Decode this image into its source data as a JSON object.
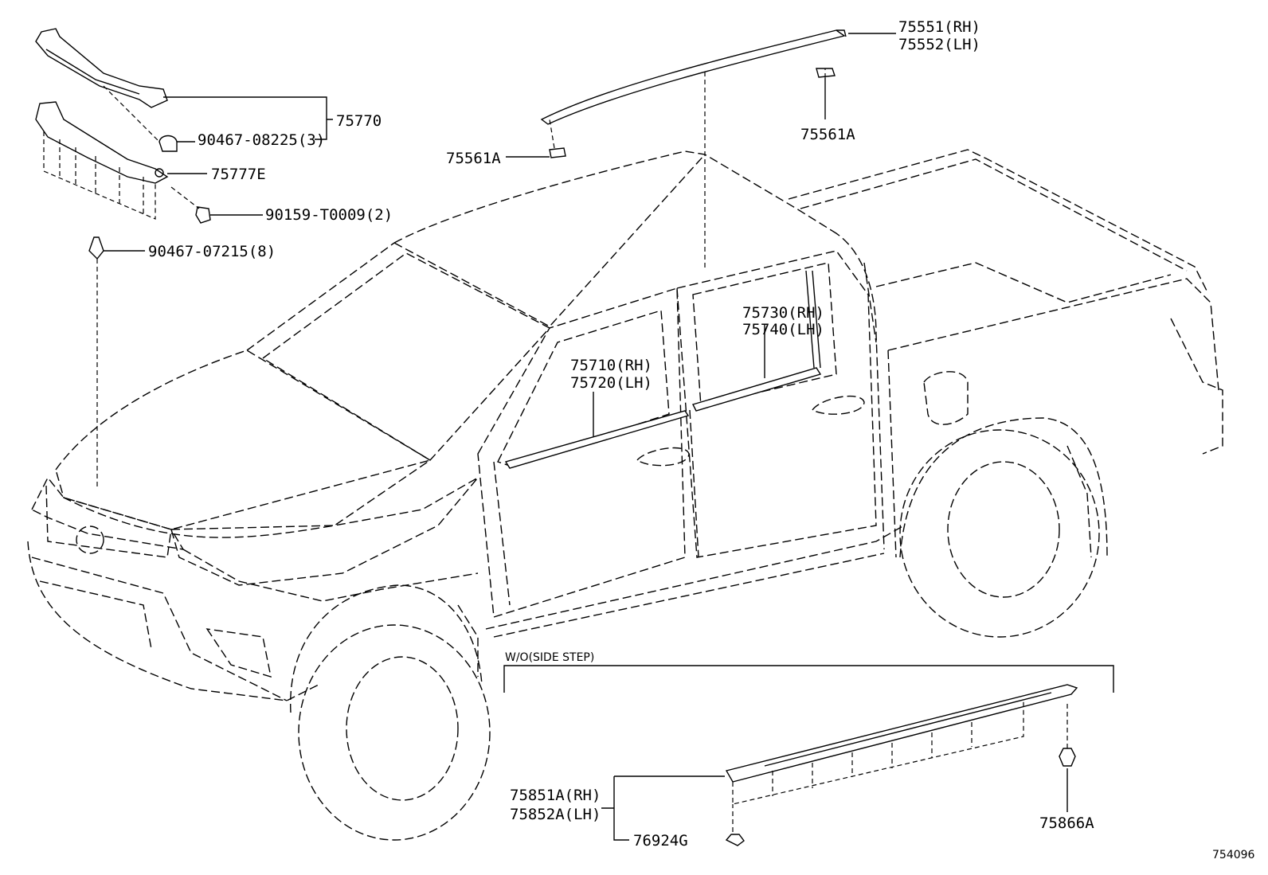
{
  "labels": {
    "p75551": "75551(RH)",
    "p75552": "75552(LH)",
    "p75561a_right": "75561A",
    "p75561a_left": "75561A",
    "p75770": "75770",
    "p90467_08225": "90467-08225(3)",
    "p75777e": "75777E",
    "p90159": "90159-T0009(2)",
    "p90467_07215": "90467-07215(8)",
    "p75730": "75730(RH)",
    "p75740": "75740(LH)",
    "p75710": "75710(RH)",
    "p75720": "75720(LH)",
    "side_step_note": "W/O(SIDE STEP)",
    "p75851a": "75851A(RH)",
    "p75852a": "75852A(LH)",
    "p76924g": "76924G",
    "p75866a": "75866A",
    "diagram_id": "754096"
  }
}
